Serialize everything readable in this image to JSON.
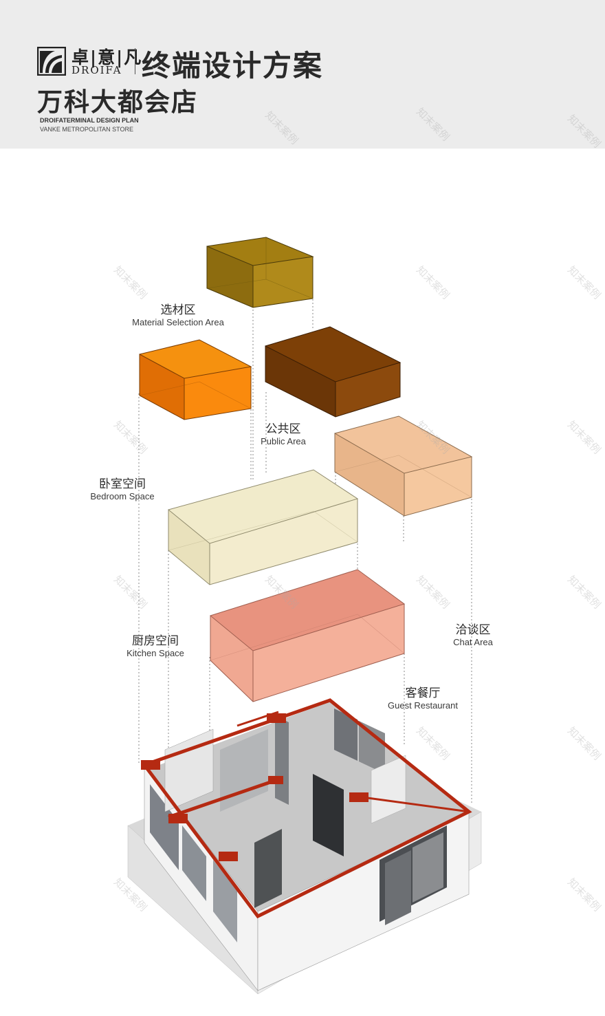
{
  "header": {
    "logo_cn": "卓|意|凡",
    "logo_en": "DROIFA",
    "title": "终端设计方案",
    "subtitle": "万科大都会店",
    "en_line1": "DROIFATERMINAL DESIGN PLAN",
    "en_line2": "VANKE METROPOLITAN STORE"
  },
  "zones": {
    "material": {
      "cn": "选材区",
      "en": "Material Selection Area",
      "color": "#a37e12"
    },
    "public": {
      "cn": "公共区",
      "en": "Public Area",
      "color": "#7d4007"
    },
    "bedroom": {
      "cn": "卧室空间",
      "en": "Bedroom Space",
      "color": "#f07c0c"
    },
    "chat": {
      "cn": "洽谈区",
      "en": "Chat Area",
      "color": "#f2c39b"
    },
    "kitchen": {
      "cn": "厨房空间",
      "en": "Kitchen Space",
      "color": "#f0e9c8"
    },
    "guest": {
      "cn": "客餐厅",
      "en": "Guest Restaurant",
      "color": "#f2a48f"
    }
  },
  "colors": {
    "header_bg": "#ececec",
    "wall_red": "#b52a12",
    "wall_white": "#f5f5f5",
    "floor_gray": "#c9c9c9"
  },
  "watermark": "知末案例"
}
